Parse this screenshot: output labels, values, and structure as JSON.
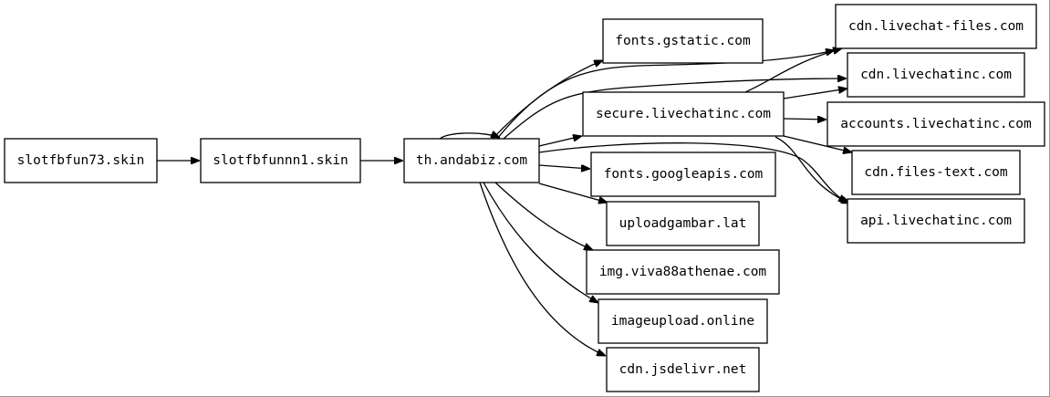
{
  "diagram": {
    "nodes": [
      {
        "id": "n0",
        "label": "slotfbfun73.skin"
      },
      {
        "id": "n1",
        "label": "slotfbfunnn1.skin"
      },
      {
        "id": "n2",
        "label": "th.andabiz.com"
      },
      {
        "id": "n3",
        "label": "fonts.gstatic.com"
      },
      {
        "id": "n4",
        "label": "secure.livechatinc.com"
      },
      {
        "id": "n5",
        "label": "fonts.googleapis.com"
      },
      {
        "id": "n6",
        "label": "uploadgambar.lat"
      },
      {
        "id": "n7",
        "label": "img.viva88athenae.com"
      },
      {
        "id": "n8",
        "label": "imageupload.online"
      },
      {
        "id": "n9",
        "label": "cdn.jsdelivr.net"
      },
      {
        "id": "n10",
        "label": "cdn.livechat-files.com"
      },
      {
        "id": "n11",
        "label": "cdn.livechatinc.com"
      },
      {
        "id": "n12",
        "label": "accounts.livechatinc.com"
      },
      {
        "id": "n13",
        "label": "cdn.files-text.com"
      },
      {
        "id": "n14",
        "label": "api.livechatinc.com"
      }
    ],
    "edges": [
      {
        "from": "n0",
        "to": "n1"
      },
      {
        "from": "n1",
        "to": "n2"
      },
      {
        "from": "n2",
        "to": "n2"
      },
      {
        "from": "n2",
        "to": "n3"
      },
      {
        "from": "n2",
        "to": "n10"
      },
      {
        "from": "n2",
        "to": "n11"
      },
      {
        "from": "n2",
        "to": "n4"
      },
      {
        "from": "n2",
        "to": "n5"
      },
      {
        "from": "n2",
        "to": "n6"
      },
      {
        "from": "n2",
        "to": "n14"
      },
      {
        "from": "n2",
        "to": "n7"
      },
      {
        "from": "n2",
        "to": "n8"
      },
      {
        "from": "n2",
        "to": "n9"
      },
      {
        "from": "n4",
        "to": "n10"
      },
      {
        "from": "n4",
        "to": "n11"
      },
      {
        "from": "n4",
        "to": "n12"
      },
      {
        "from": "n4",
        "to": "n13"
      },
      {
        "from": "n4",
        "to": "n14"
      }
    ]
  }
}
